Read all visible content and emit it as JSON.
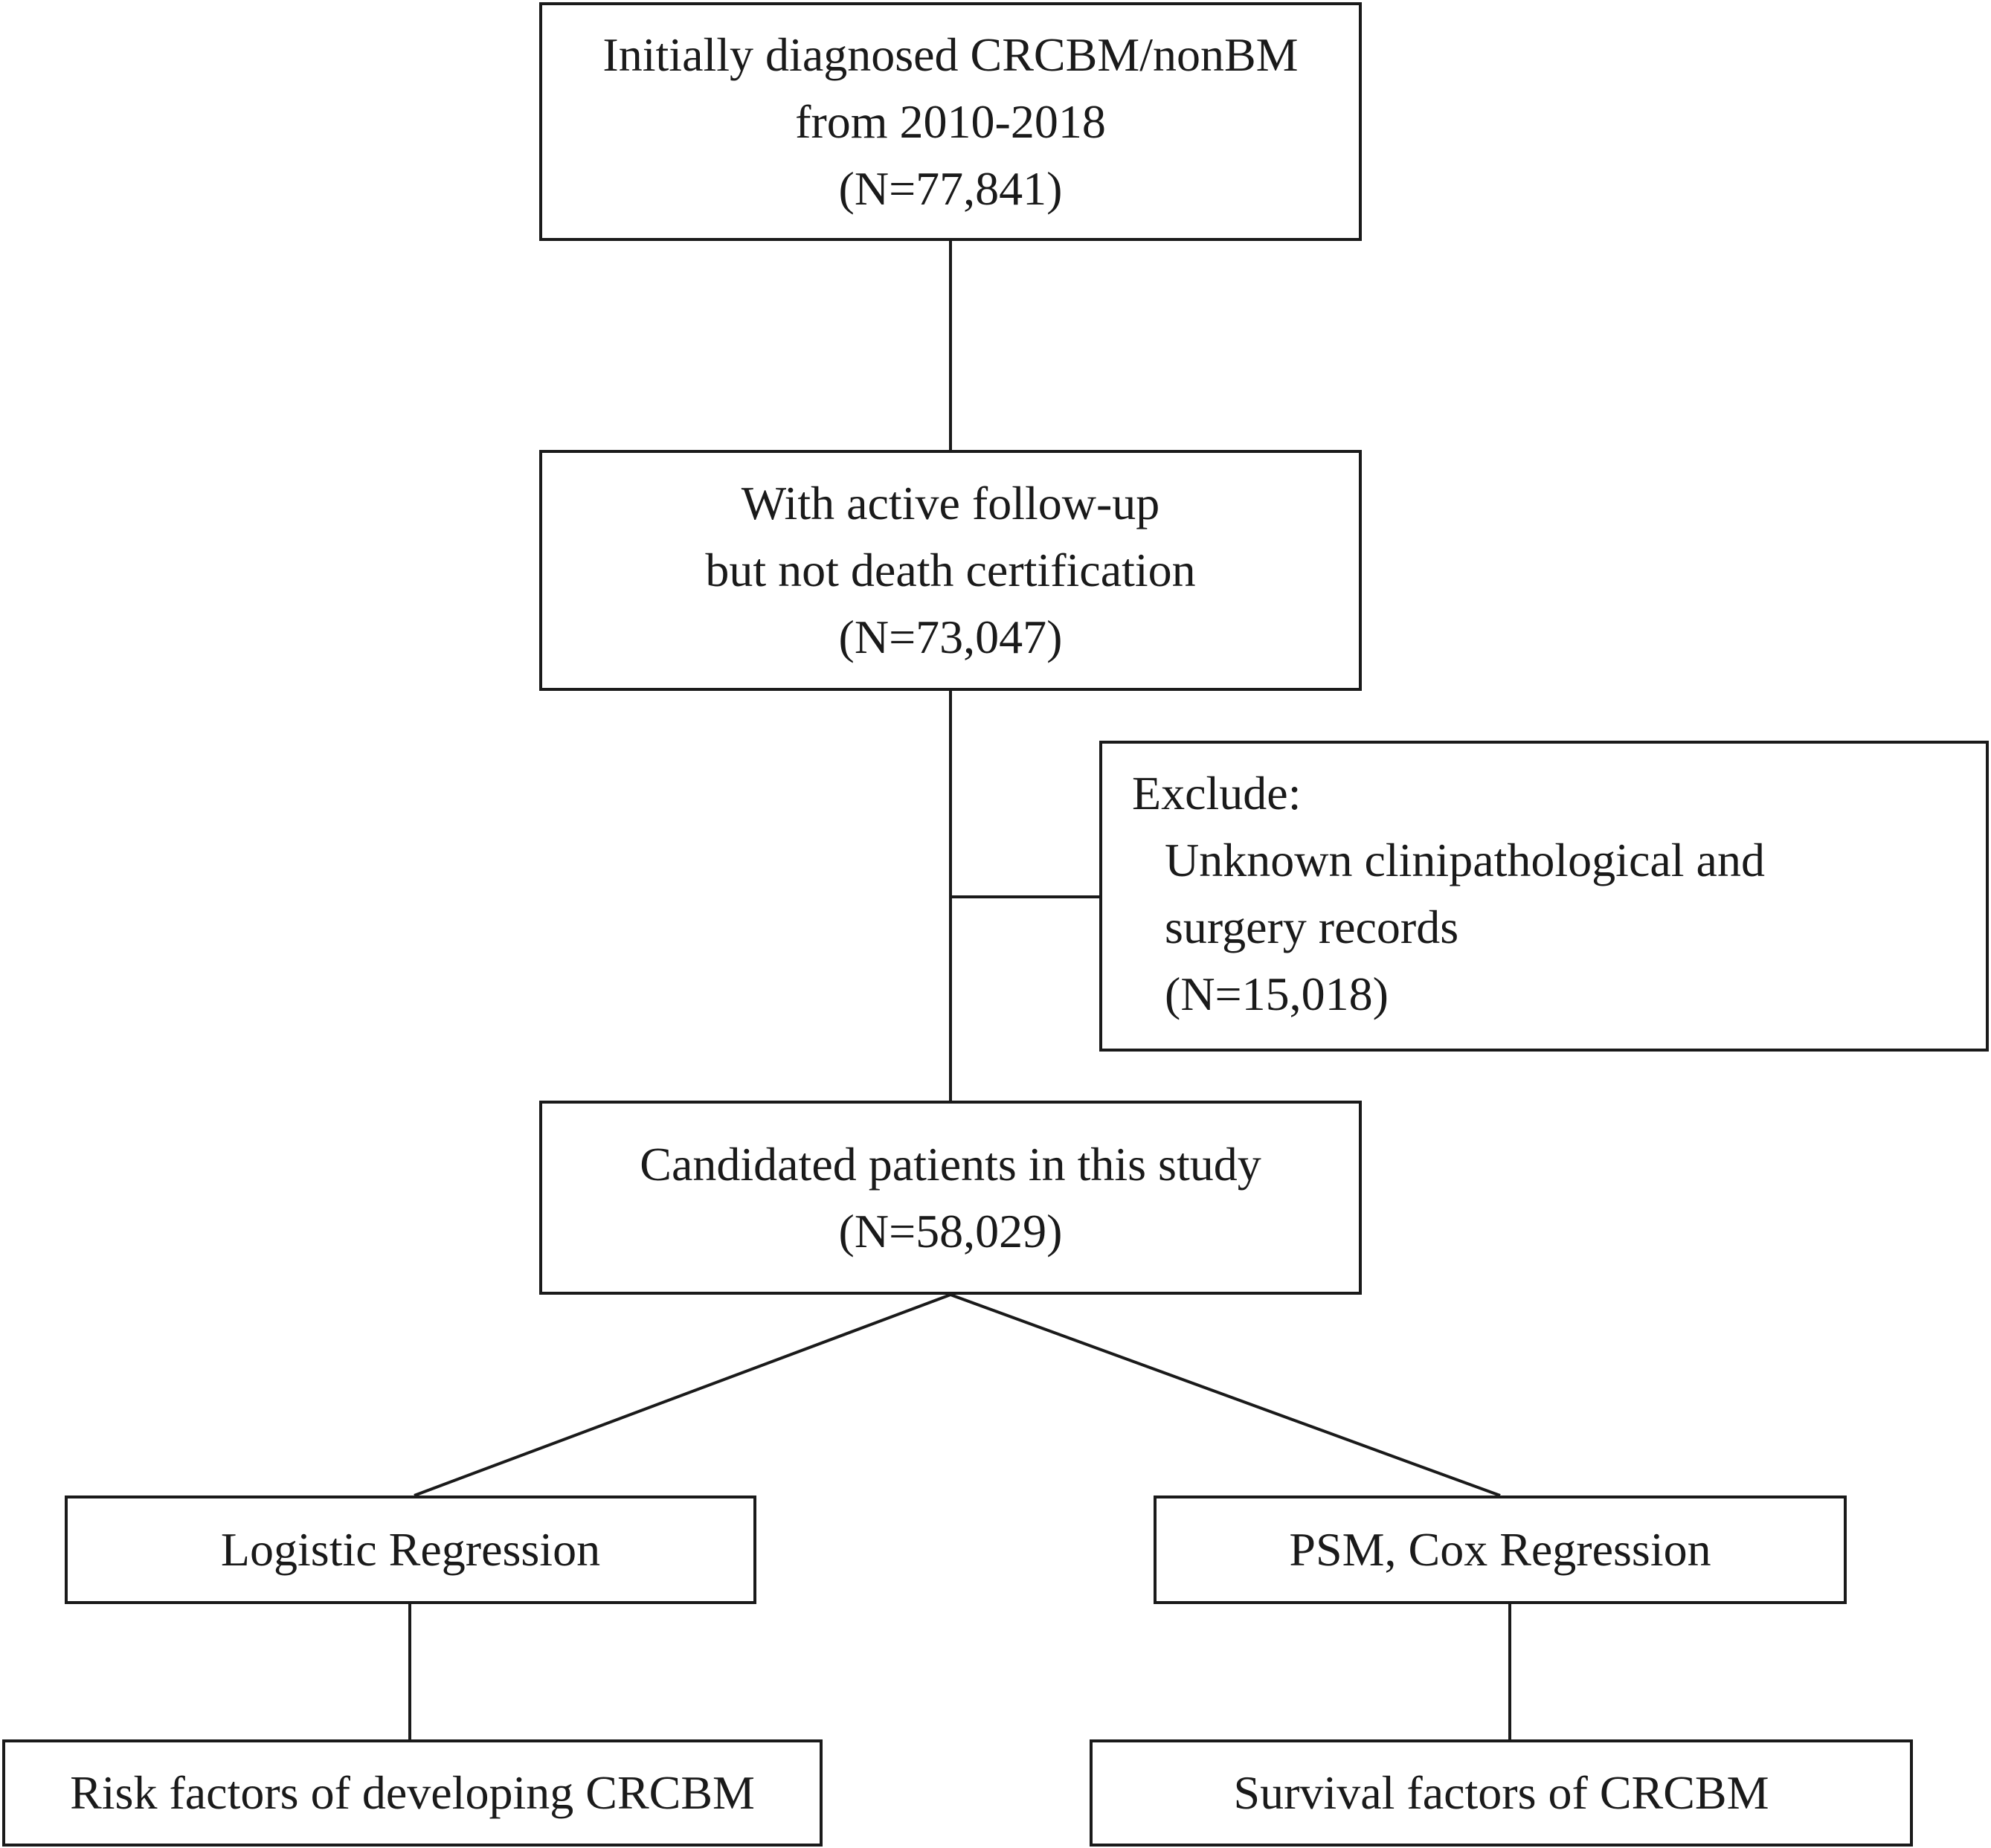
{
  "diagram": {
    "boxes": {
      "initial": {
        "lines": [
          "Initially diagnosed CRCBM/nonBM",
          "from 2010-2018",
          "(N=77,841)"
        ]
      },
      "followup": {
        "lines": [
          "With active follow-up",
          "but not death certification",
          "(N=73,047)"
        ]
      },
      "exclude": {
        "heading": "Exclude:",
        "lines": [
          "Unknown clinipathological and",
          "surgery records",
          "(N=15,018)"
        ]
      },
      "candidates": {
        "lines": [
          "Candidated patients in this study",
          "(N=58,029)"
        ]
      },
      "logistic": {
        "lines": [
          "Logistic Regression"
        ]
      },
      "psm_cox": {
        "lines": [
          "PSM, Cox Regression"
        ]
      },
      "risk": {
        "lines": [
          "Risk factors of developing CRCBM"
        ]
      },
      "survival": {
        "lines": [
          "Survival factors of CRCBM"
        ]
      }
    }
  }
}
